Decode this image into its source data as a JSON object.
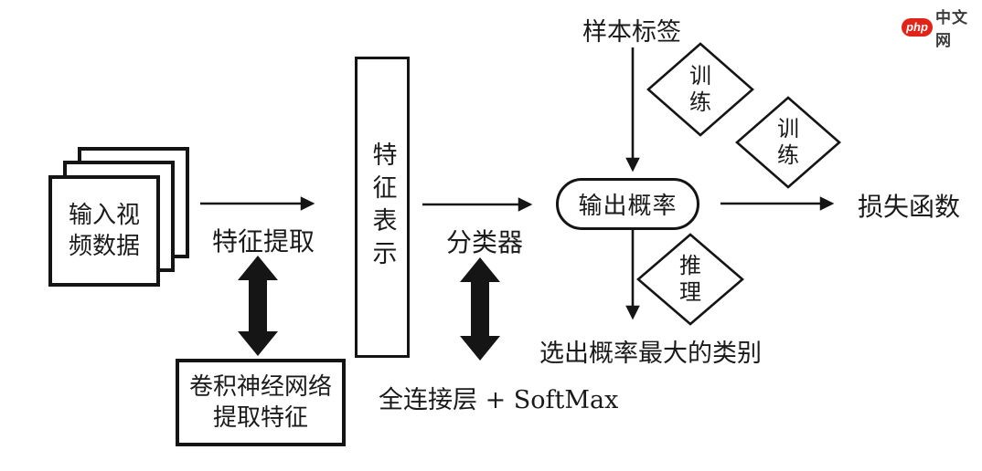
{
  "logo": {
    "php_text": "php",
    "site_text": "中文网",
    "oval_color": "#e2231a"
  },
  "nodes": {
    "input_video": {
      "line1": "输入视",
      "line2": "频数据"
    },
    "feature_representation": "特征表示",
    "output_probability": "输出概率",
    "cnn": {
      "line1": "卷积神经网络",
      "line2": "提取特征"
    }
  },
  "labels": {
    "feature_extraction": "特征提取",
    "classifier": "分类器",
    "sample_label": "样本标签",
    "loss_function": "损失函数",
    "select_max_class": "选出概率最大的类别",
    "fc_softmax": "全连接层 + SoftMax"
  },
  "diamonds": {
    "train1": "训练",
    "train2": "训练",
    "inference": "推理"
  },
  "colors": {
    "line": "#151515",
    "background": "#ffffff"
  }
}
